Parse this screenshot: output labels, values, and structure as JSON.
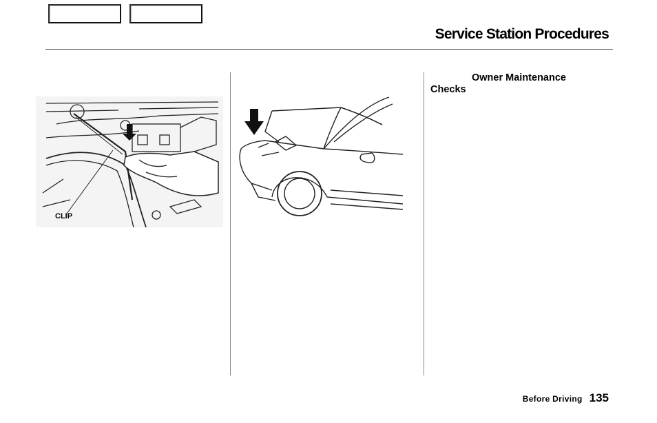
{
  "header": {
    "title": "Service Station Procedures"
  },
  "figures": {
    "engine": {
      "callout": "CLIP"
    }
  },
  "sidebar": {
    "heading_line1": "Owner Maintenance",
    "heading_line2": "Checks"
  },
  "footer": {
    "section": "Before Driving",
    "page_number": "135"
  }
}
